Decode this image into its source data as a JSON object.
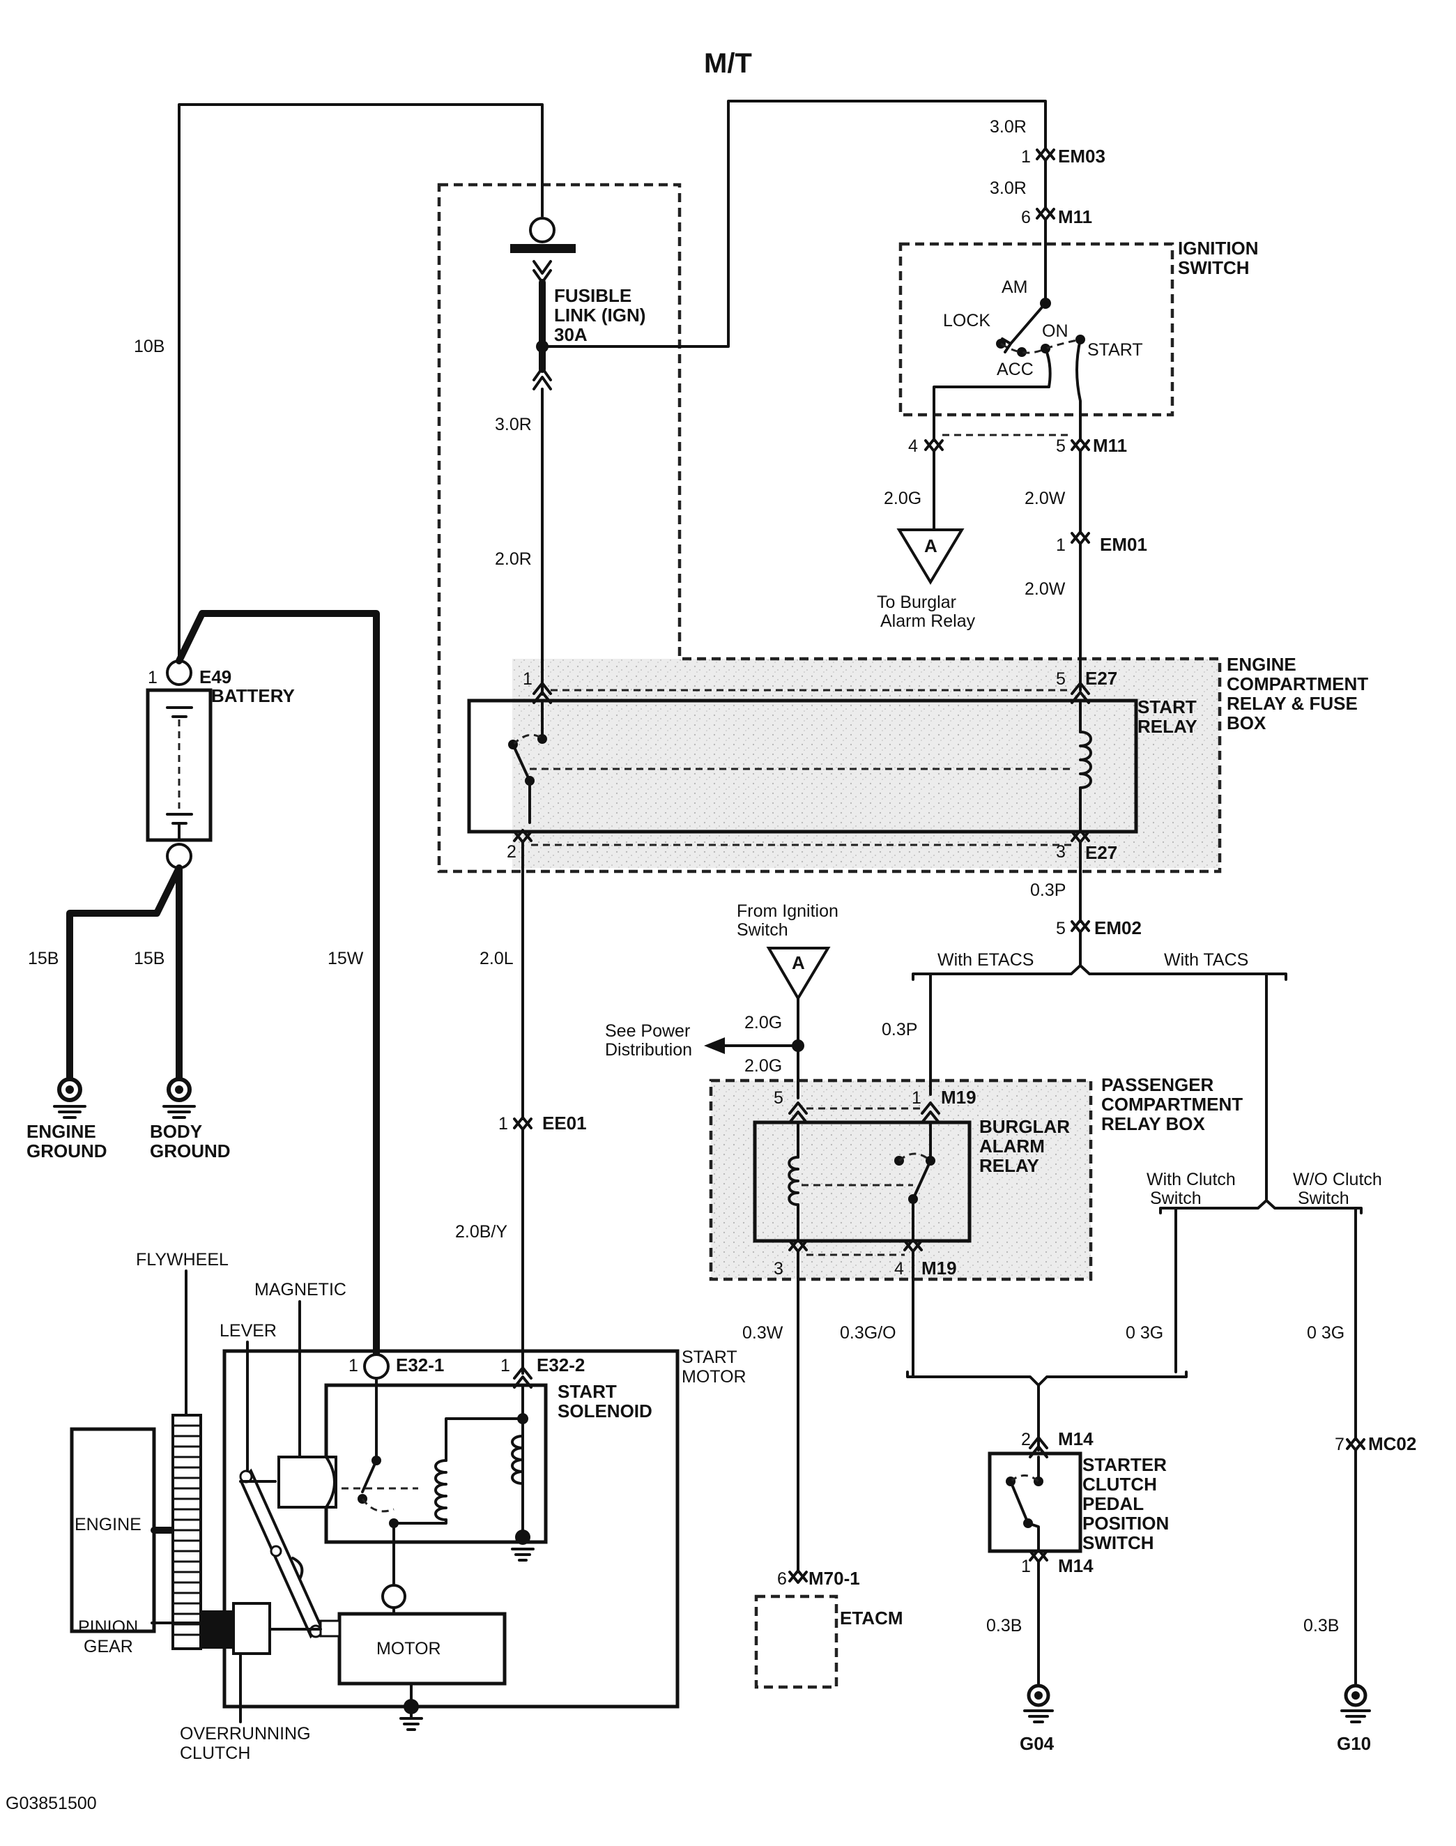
{
  "diagram": {
    "title": "M/T",
    "figure_id": "G03851500"
  },
  "components": {
    "ignition_switch": {
      "name": "IGNITION\nSWITCH",
      "am": "AM",
      "lock": "LOCK",
      "on": "ON",
      "acc": "ACC",
      "start": "START"
    },
    "fusible_link": {
      "name": "FUSIBLE\nLINK (IGN)\n30A"
    },
    "engine_box": {
      "name": "ENGINE\nCOMPARTMENT\nRELAY & FUSE\nBOX"
    },
    "start_relay": {
      "name": "START\nRELAY"
    },
    "battery": {
      "name": "BATTERY",
      "conn": "E49",
      "pin": "1"
    },
    "engine_ground": {
      "name": "ENGINE\nGROUND"
    },
    "body_ground": {
      "name": "BODY\nGROUND"
    },
    "burglar_ref": {
      "letter": "A",
      "text": "To Burglar\nAlarm Relay"
    },
    "ign_ref": {
      "letter": "A",
      "text": "From Ignition\nSwitch"
    },
    "power_dist": {
      "text": "See Power\nDistribution"
    },
    "passenger_box": {
      "name": "PASSENGER\nCOMPARTMENT\nRELAY BOX"
    },
    "burglar_relay": {
      "name": "BURGLAR\nALARM\nRELAY"
    },
    "etacm": {
      "name": "ETACM"
    },
    "clutch_switch": {
      "name": "STARTER\nCLUTCH\nPEDAL\nPOSITION\nSWITCH"
    },
    "start_motor": {
      "name": "START\nMOTOR"
    },
    "start_solenoid": {
      "name": "START\nSOLENOID"
    },
    "motor": {
      "name": "MOTOR"
    },
    "engine": {
      "name": "ENGINE"
    },
    "mech": {
      "flywheel": "FLYWHEEL",
      "magnetic": "MAGNETIC",
      "lever": "LEVER",
      "pinion": "PINION\nGEAR",
      "overrunning": "OVERRUNNING\nCLUTCH"
    },
    "grounds": {
      "g04": "G04",
      "g10": "G10"
    }
  },
  "branches": {
    "with_etacs": "With ETACS",
    "with_tacs": "With TACS",
    "with_clutch": "With Clutch\nSwitch",
    "wo_clutch": "W/O Clutch\nSwitch"
  },
  "wires": {
    "w10b": "10B",
    "w15b_a": "15B",
    "w15b_b": "15B",
    "w15w": "15W",
    "w30r_top": "3.0R",
    "w30r_mid": "3.0R",
    "w30r_fl": "3.0R",
    "w20r": "2.0R",
    "w20g_ign": "2.0G",
    "w20w_a": "2.0W",
    "w20w_b": "2.0W",
    "w03p_a": "0.3P",
    "w03p_b": "0.3P",
    "w20l": "2.0L",
    "w20by": "2.0B/Y",
    "w20g_a": "2.0G",
    "w20g_b": "2.0G",
    "w03w": "0.3W",
    "w03go": "0.3G/O",
    "w03g_a": "0 3G",
    "w03g_b": "0 3G",
    "w03b_a": "0.3B",
    "w03b_b": "0.3B"
  },
  "connectors": {
    "em03": {
      "pin": "1",
      "id": "EM03"
    },
    "m11_6": {
      "pin": "6",
      "id": "M11"
    },
    "m11_4": {
      "pin": "4"
    },
    "m11_5": {
      "pin": "5",
      "id": "M11"
    },
    "em01": {
      "pin": "1",
      "id": "EM01"
    },
    "e27_5": {
      "pin": "5",
      "id": "E27"
    },
    "e27_1": {
      "pin": "1"
    },
    "e27_2": {
      "pin": "2"
    },
    "e27_3": {
      "pin": "3",
      "id": "E27"
    },
    "em02": {
      "pin": "5",
      "id": "EM02"
    },
    "m19_5": {
      "pin": "5"
    },
    "m19_1": {
      "pin": "1",
      "id": "M19"
    },
    "m19_3": {
      "pin": "3"
    },
    "m19_4": {
      "pin": "4",
      "id": "M19"
    },
    "ee01": {
      "pin": "1",
      "id": "EE01"
    },
    "e32_1": {
      "pin": "1",
      "id": "E32-1"
    },
    "e32_2": {
      "pin": "1",
      "id": "E32-2"
    },
    "m70": {
      "pin": "6",
      "id": "M70-1"
    },
    "m14_2": {
      "pin": "2",
      "id": "M14"
    },
    "m14_1": {
      "pin": "1",
      "id": "M14"
    },
    "mc02": {
      "pin": "7",
      "id": "MC02"
    }
  }
}
